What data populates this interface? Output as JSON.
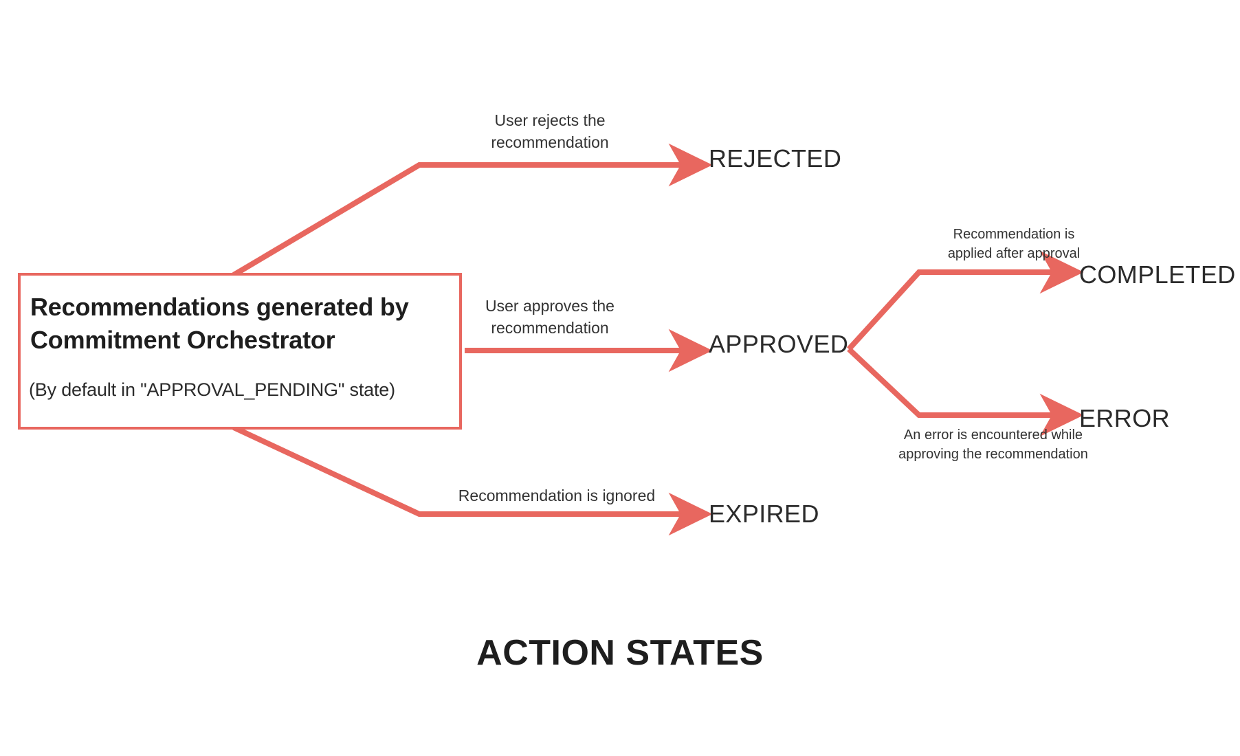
{
  "theme": {
    "accent": "#e8675f",
    "text": "#2b2b2b",
    "title_text": "#1e1e1e",
    "background": "#ffffff"
  },
  "source": {
    "title": "Recommendations generated by Commitment Orchestrator",
    "subtitle": "(By default in \"APPROVAL_PENDING\" state)"
  },
  "states": {
    "rejected": "REJECTED",
    "approved": "APPROVED",
    "expired": "EXPIRED",
    "completed": "COMPLETED",
    "error": "ERROR"
  },
  "edges": {
    "reject": "User rejects the\nrecommendation",
    "approve": "User approves the\nrecommendation",
    "expire": "Recommendation is ignored",
    "completed": "Recommendation is\napplied after approval",
    "error": "An error is encountered while\napproving the recommendation"
  },
  "diagram": {
    "title": "ACTION STATES"
  },
  "chart_data": {
    "type": "diagram",
    "title": "ACTION STATES",
    "nodes": [
      {
        "id": "source",
        "label": "Recommendations generated by Commitment Orchestrator",
        "sublabel": "(By default in \"APPROVAL_PENDING\" state)",
        "shape": "rectangle"
      },
      {
        "id": "rejected",
        "label": "REJECTED",
        "shape": "text"
      },
      {
        "id": "approved",
        "label": "APPROVED",
        "shape": "text"
      },
      {
        "id": "expired",
        "label": "EXPIRED",
        "shape": "text"
      },
      {
        "id": "completed",
        "label": "COMPLETED",
        "shape": "text"
      },
      {
        "id": "error",
        "label": "ERROR",
        "shape": "text"
      }
    ],
    "edges": [
      {
        "from": "source",
        "to": "rejected",
        "label": "User rejects the recommendation"
      },
      {
        "from": "source",
        "to": "approved",
        "label": "User approves the recommendation"
      },
      {
        "from": "source",
        "to": "expired",
        "label": "Recommendation is ignored"
      },
      {
        "from": "approved",
        "to": "completed",
        "label": "Recommendation is applied after approval"
      },
      {
        "from": "approved",
        "to": "error",
        "label": "An error is encountered while approving the recommendation"
      }
    ]
  }
}
